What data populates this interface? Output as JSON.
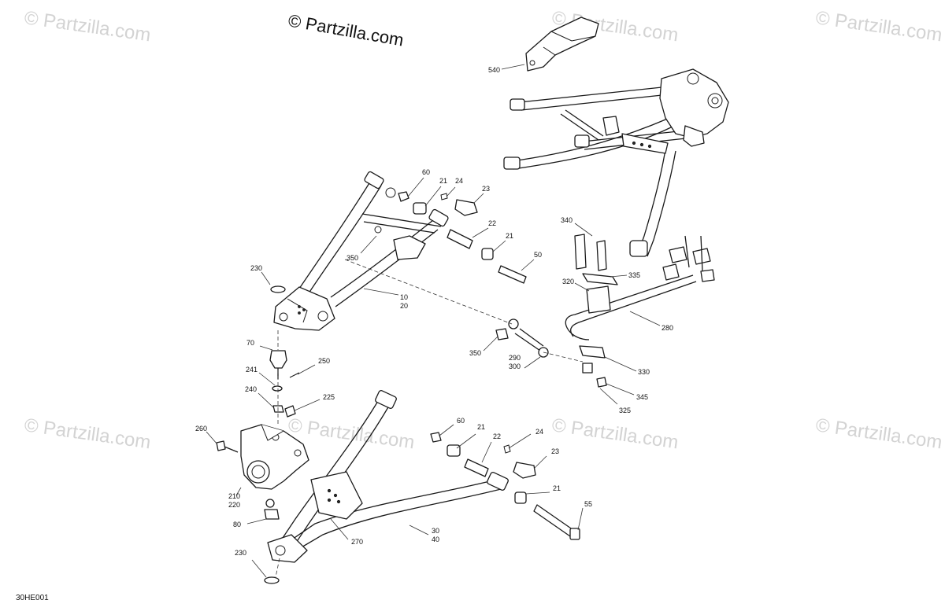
{
  "copyright": "© Partzilla.com",
  "watermark": "© Partzilla.com",
  "drawing_code": "30HE001",
  "callouts": [
    {
      "id": "c540",
      "text": "540"
    },
    {
      "id": "c60a",
      "text": "60"
    },
    {
      "id": "c21a",
      "text": "21"
    },
    {
      "id": "c24a",
      "text": "24"
    },
    {
      "id": "c23a",
      "text": "23"
    },
    {
      "id": "c22a",
      "text": "22"
    },
    {
      "id": "c21b",
      "text": "21"
    },
    {
      "id": "c50",
      "text": "50"
    },
    {
      "id": "c350a",
      "text": "350"
    },
    {
      "id": "c230a",
      "text": "230"
    },
    {
      "id": "c10",
      "text": "10"
    },
    {
      "id": "c20",
      "text": "20"
    },
    {
      "id": "c340",
      "text": "340"
    },
    {
      "id": "c335",
      "text": "335"
    },
    {
      "id": "c320",
      "text": "320"
    },
    {
      "id": "c280",
      "text": "280"
    },
    {
      "id": "c350b",
      "text": "350"
    },
    {
      "id": "c290",
      "text": "290"
    },
    {
      "id": "c300",
      "text": "300"
    },
    {
      "id": "c330",
      "text": "330"
    },
    {
      "id": "c345",
      "text": "345"
    },
    {
      "id": "c325",
      "text": "325"
    },
    {
      "id": "c70",
      "text": "70"
    },
    {
      "id": "c250",
      "text": "250"
    },
    {
      "id": "c241",
      "text": "241"
    },
    {
      "id": "c240",
      "text": "240"
    },
    {
      "id": "c225",
      "text": "225"
    },
    {
      "id": "c260",
      "text": "260"
    },
    {
      "id": "c60b",
      "text": "60"
    },
    {
      "id": "c21c",
      "text": "21"
    },
    {
      "id": "c22b",
      "text": "22"
    },
    {
      "id": "c24b",
      "text": "24"
    },
    {
      "id": "c23b",
      "text": "23"
    },
    {
      "id": "c21d",
      "text": "21"
    },
    {
      "id": "c55",
      "text": "55"
    },
    {
      "id": "c210",
      "text": "210"
    },
    {
      "id": "c220",
      "text": "220"
    },
    {
      "id": "c80",
      "text": "80"
    },
    {
      "id": "c270",
      "text": "270"
    },
    {
      "id": "c30",
      "text": "30"
    },
    {
      "id": "c40",
      "text": "40"
    },
    {
      "id": "c230b",
      "text": "230"
    }
  ]
}
